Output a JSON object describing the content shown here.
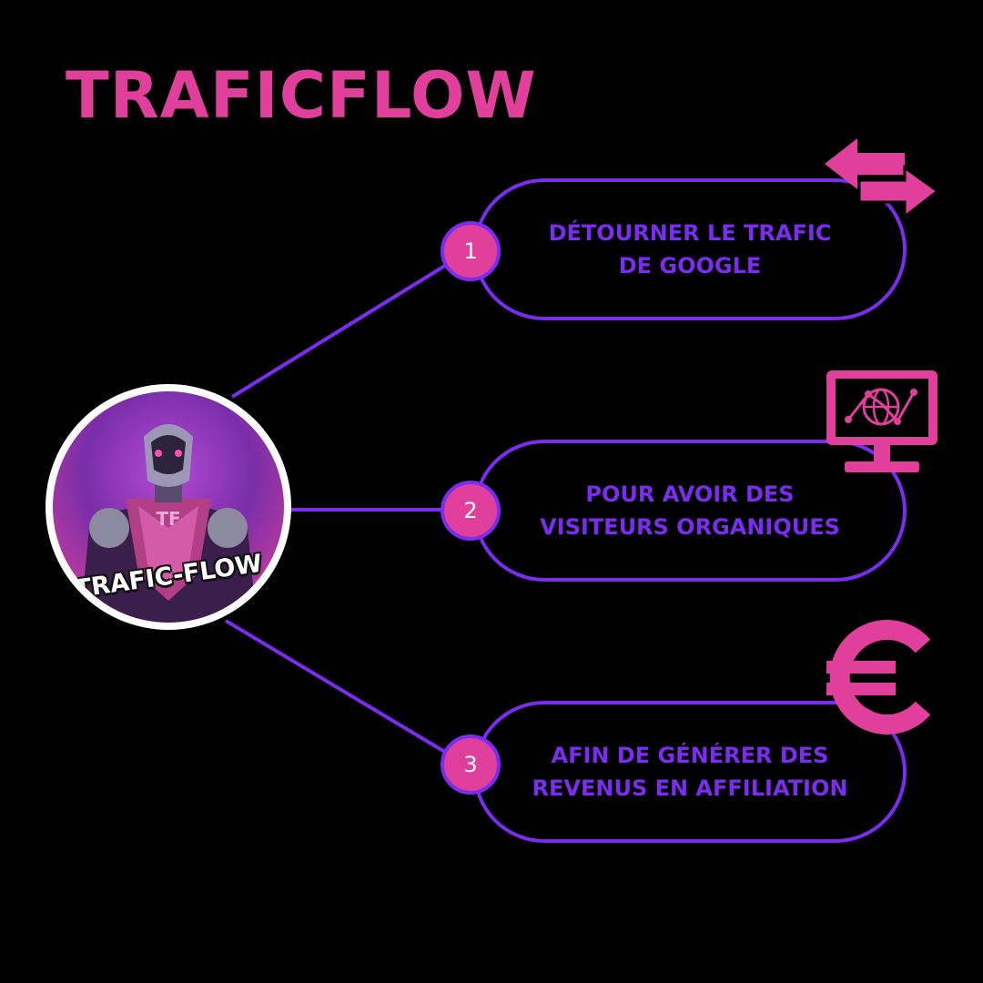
{
  "title": "TRAFICFLOW",
  "logo": {
    "wordmark": "TRAFIC-FLOW",
    "monogram": "TF"
  },
  "steps": [
    {
      "number": "1",
      "text": "DÉTOURNER LE TRAFIC\nDE GOOGLE",
      "icon": "arrows-swap-icon"
    },
    {
      "number": "2",
      "text": "POUR AVOIR DES\nVISITEURS ORGANIQUES",
      "icon": "monitor-globe-chart-icon"
    },
    {
      "number": "3",
      "text": "AFIN DE GÉNÉRER DES\nREVENUS EN AFFILIATION",
      "icon": "euro-icon"
    }
  ],
  "colors": {
    "accent_pink": "#e0409c",
    "accent_purple": "#7b2cf0",
    "background": "#000000"
  }
}
